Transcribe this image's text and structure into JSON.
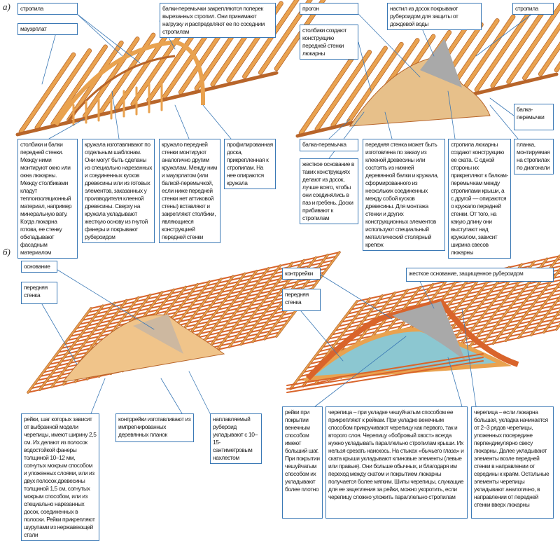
{
  "colors": {
    "leader": "#3a78b5",
    "wood": "#e9a24f",
    "wood_dark": "#b8652a",
    "tile": "#d9642b",
    "glass": "#8cc7d1",
    "felt": "#a9a9a9"
  },
  "panel_a": {
    "label": "а)",
    "left": {
      "rafters": "стропила",
      "mauerlat": "мауэрплат",
      "beams": "балки-перемычки закрепляются поперек вырезанных стропил. Они принимают нагрузку и распределяют ее по соседним стропилам",
      "posts": "столбики и балки передней стенки. Между ними монтируют окно или окна люкарны. Между столбиками кладут теплоизоляционный материал, например минеральную вату. Когда люкарна готова, ее стенку обкладывают фасадным материалом",
      "arches": "кружала изготавливают по отдельным шаблонам. Они могут быть сделаны из специально нарезанных и соединенных кусков древесины или из готовых элементов, заказанных у производителя клееной древесины. Сверху на кружала укладывают жесткую основу из гнутой фанеры и покрывают рубероидом",
      "front_arch": "кружало передней стенки монтируют аналогично другим кружалам. Между ним и мауэрлатом (или балкой-перемычкой, если ниже передней стенки нет аттиковой стены) вставляют и закрепляют столбики, являющиеся конструкцией передней стенки",
      "profiled_board": "профилированная доска, прикрепленная к стропилам. На нее опираются кружала"
    },
    "right": {
      "purlin": "прогон",
      "decking": "настил из досок покрывают рубероидом для защиты от дождевой воды",
      "rafters": "стропила",
      "posts": "столбики создают конструкцию передней стенки люкарны",
      "beam_label": "балка-перемычки",
      "beam": "балка-перемычка",
      "rigid_base": "жесткое основание в таких конструкциях делают из досок, лучше всего, чтобы они соединялись в паз и гребень. Доски прибивают к стропилам",
      "front_wall": "передняя стенка может быть изготовлена по заказу из клееной древесины или состоять из нижней деревянной балки и кружала, сформированного из нескольких соединенных между собой кусков древесины. Для монтажа стенки и других конструкционных элементов используют специальный металлический столярный крепеж",
      "dormer_rafters": "стропила люкарны создают конструкцию ее ската. С одной стороны их прикрепляют к балкам-перемычкам между стропилами крыши, а с другой — опираются о кружало передней стенки. От того, на какую длину они выступают над кружалом, зависит ширина свесов люкарны",
      "plank": "планка, монтируемая на стропилах по диагонали"
    }
  },
  "panel_b": {
    "label": "б)",
    "left": {
      "base": "основание",
      "front_wall": "передняя стенка",
      "battens": "рейки, шаг которых зависит от выбранной модели черепицы, имеют ширину 2,5 см. Их делают из полосок водостойкой фанеры толщиной 10–12 мм, согнутых мокрым способом и уложенных слоями, или из двух полосок древесины толщиной 1,5 см, согнутых мокрым способом, или из специально нарезанных досок, соединенных в полоски. Рейки прикрепляют шурупами из нержавеющей стали",
      "counter_battens": "контррейки изготавливают из импрегнированных деревянных планок",
      "felt": "наплавляемый рубероид укладывают с 10–15-сантиметровым нахлестом"
    },
    "right": {
      "counter_battens": "контррейки",
      "rigid_base": "жесткое основание, защищенное рубероидом",
      "front_wall": "передняя стенка",
      "battens": "рейки при покрытии венечным способом имеют больший шаг. При покрытии чешуйчатым способом их укладывают более плотно",
      "tiles1": "черепица – при укладке чешуйчатым способом ее прикрепляют к рейкам. При укладке венечным способом прикручивают черепицу как первого, так и второго слоя. Черепицу «бобровый хвост» всегда нужно укладывать параллельно стропилам крыши. Их нельзя срезать наискось. На стыках «бычьего глаза» и ската крыши укладывают клиновые элементы (левые или правые). Они больше обычных, и благодаря им переход между скатом и покрытием люкарны получается более мягким. Шипы черепицы, служащие для ее зацепления за рейки, можно укоротить, если черепицу сложно уложить параллельно стропилам",
      "tiles2": "черепица – если люкарна большая, укладка начинается от 2–3 рядов черепицы, уложенных посередине перпендикулярно свесу люкарны. Далее укладывают элементы возле передней стенки в направлении от середины к краям. Остальные элементы черепицы укладывают аналогично, в направлении от передней стенки вверх люкарны"
    }
  }
}
